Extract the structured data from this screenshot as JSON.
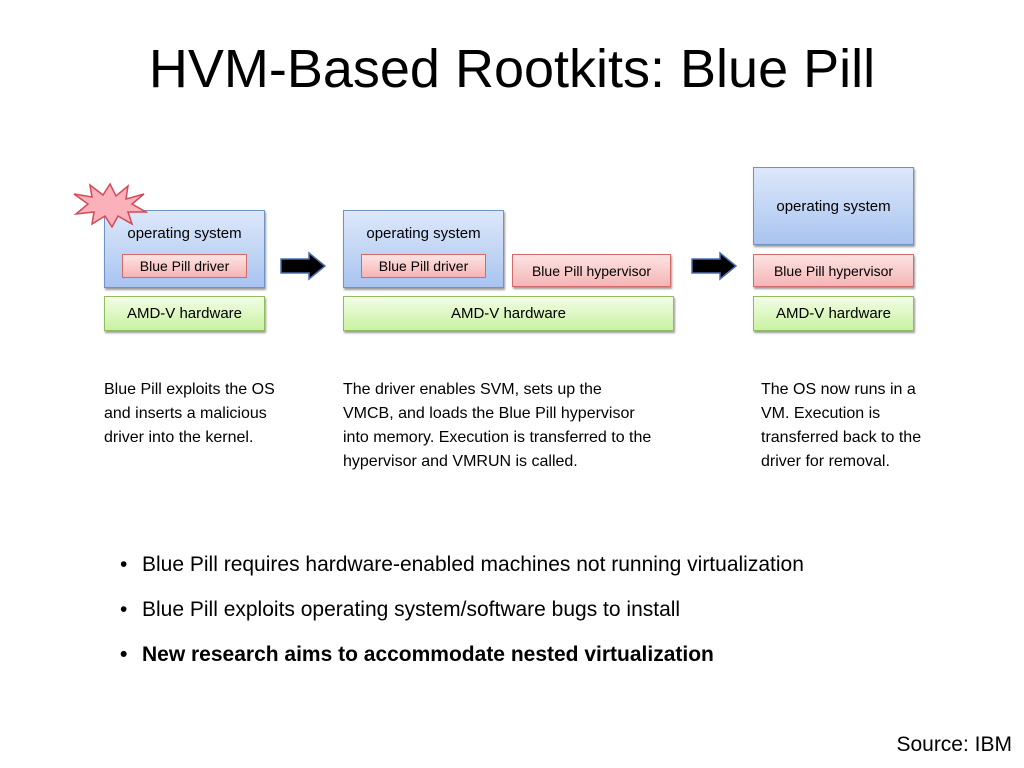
{
  "slide": {
    "title": "HVM-Based Rootkits: Blue Pill",
    "source": "Source: IBM"
  },
  "stages": [
    {
      "os_label": "operating system",
      "driver_label": "Blue Pill driver",
      "hardware_label": "AMD-V hardware",
      "caption": "Blue Pill exploits the OS and inserts a malicious driver into the kernel."
    },
    {
      "os_label": "operating system",
      "driver_label": "Blue Pill driver",
      "hypervisor_label": "Blue Pill hypervisor",
      "hardware_label": "AMD-V hardware",
      "caption": "The driver enables SVM, sets up the VMCB, and loads the Blue Pill hypervisor into memory. Execution is transferred to the hypervisor and VMRUN is called."
    },
    {
      "os_label": "operating system",
      "hypervisor_label": "Blue Pill hypervisor",
      "hardware_label": "AMD-V hardware",
      "caption": "The OS now runs in a VM. Execution is transferred back to the driver for removal."
    }
  ],
  "bullets": [
    {
      "text": "Blue Pill requires hardware-enabled machines not running virtualization",
      "bold": false
    },
    {
      "text": "Blue Pill exploits operating system/software bugs to install",
      "bold": false
    },
    {
      "text": "New research aims to accommodate nested virtualization",
      "bold": true
    }
  ],
  "colors": {
    "os_fill": "#a9c4f0",
    "hypervisor_fill": "#f5b5b5",
    "hardware_fill": "#c9f2a2",
    "explosion_fill": "#fbb1b9",
    "arrow_fill": "#000000"
  },
  "icons": {
    "explosion": "explosion-burst-icon",
    "arrow": "right-arrow-icon",
    "bullet": "•"
  }
}
